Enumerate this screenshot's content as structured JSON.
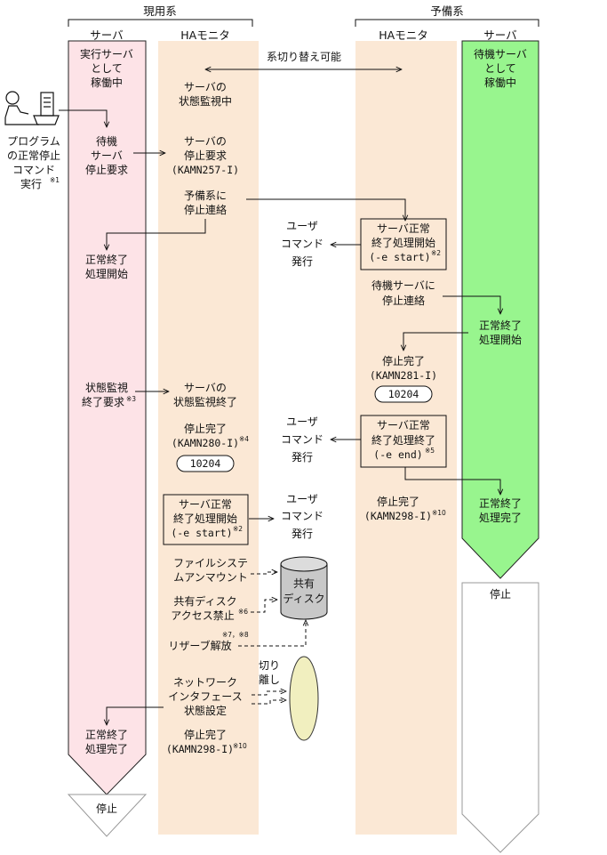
{
  "groups": {
    "active": "現用系",
    "standby": "予備系"
  },
  "columns": {
    "server_left": "サーバ",
    "ha_left": "HAモニタ",
    "ha_right": "HAモニタ",
    "server_right": "サーバ"
  },
  "switchover": "系切り替え可能",
  "program_stop": [
    "プログラム",
    "の正常停止",
    "コマンド",
    "実行"
  ],
  "program_stop_note": "※1",
  "active_server": {
    "running": [
      "実行サーバ",
      "として",
      "稼働中"
    ],
    "stop_request": [
      "待機",
      "サーバ",
      "停止要求"
    ],
    "normal_start": [
      "正常終了",
      "処理開始"
    ],
    "monitor_end_req": [
      "状態監視",
      "終了要求"
    ],
    "monitor_end_req_note": "※3",
    "normal_done": [
      "正常終了",
      "処理完了"
    ],
    "stopped": "停止"
  },
  "active_ha": {
    "monitoring": [
      "サーバの",
      "状態監視中"
    ],
    "stop_request": [
      "サーバの",
      "停止要求"
    ],
    "stop_request_msg": "(KAMN257-I)",
    "notify": [
      "予備系に",
      "停止連絡"
    ],
    "monitor_end": [
      "サーバの",
      "状態監視終了"
    ],
    "stop_complete": "停止完了",
    "stop_complete_msg": "(KAMN280-I)",
    "stop_complete_note": "※4",
    "code": "10204",
    "cmd_box": [
      "サーバ正常",
      "終了処理開始",
      "(-e start)"
    ],
    "cmd_box_note": "※2",
    "unmount": [
      "ファイルシステ",
      "ムアンマウント"
    ],
    "disk_deny": [
      "共有ディスク",
      "アクセス禁止"
    ],
    "disk_deny_note": "※6",
    "reserve": "リザーブ解放",
    "reserve_note": "※7，※8",
    "net": [
      "ネットワーク",
      "インタフェース",
      "状態設定"
    ],
    "final": "停止完了",
    "final_msg": "(KAMN298-I)",
    "final_note": "※10"
  },
  "user_command": [
    "ユーザ",
    "コマンド",
    "発行"
  ],
  "shared_disk": [
    "共有",
    "ディスク"
  ],
  "detach": [
    "切り",
    "離し"
  ],
  "standby_ha": {
    "cmd_start_box": [
      "サーバ正常",
      "終了処理開始",
      "(-e start)"
    ],
    "cmd_start_note": "※2",
    "notify": [
      "待機サーバに",
      "停止連絡"
    ],
    "stop_complete": "停止完了",
    "stop_complete_msg": "(KAMN281-I)",
    "code": "10204",
    "cmd_end_box": [
      "サーバ正常",
      "終了処理終了",
      "(-e end)"
    ],
    "cmd_end_note": "※5",
    "final": "停止完了",
    "final_msg": "(KAMN298-I)",
    "final_note": "※10"
  },
  "standby_server": {
    "waiting": [
      "待機サーバ",
      "として",
      "稼働中"
    ],
    "normal_start": [
      "正常終了",
      "処理開始"
    ],
    "normal_done": [
      "正常終了",
      "処理完了"
    ],
    "stopped": "停止"
  },
  "colors": {
    "active_server": "#fde3e7",
    "ha": "#fbe8d5",
    "standby_server": "#98f58e",
    "disk": "#c8c8c8",
    "nic": "#f1efbf"
  }
}
